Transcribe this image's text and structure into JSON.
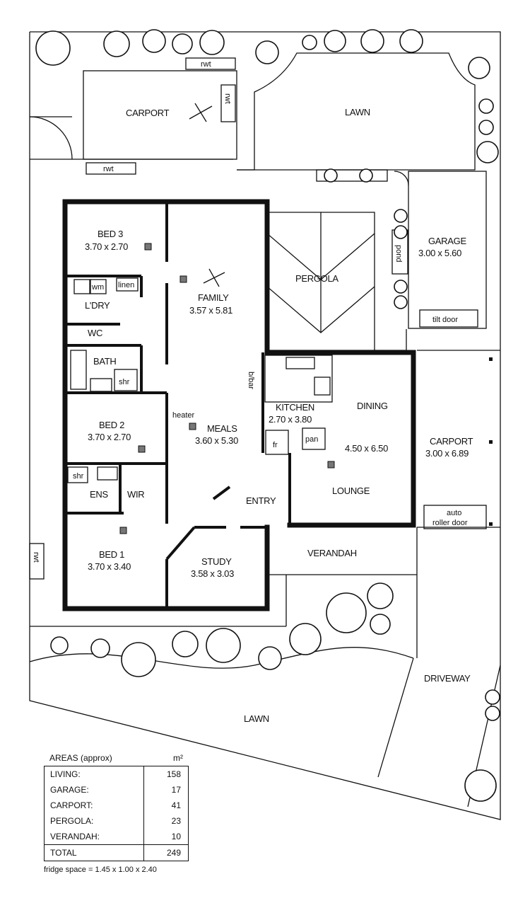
{
  "rooms": {
    "carport_top": "CARPORT",
    "lawn_top": "LAWN",
    "garage": {
      "name": "GARAGE",
      "size": "3.00 x 5.60",
      "door": "tilt door"
    },
    "pond": "pond",
    "pergola": "PERGOLA",
    "bed3": {
      "name": "BED 3",
      "size": "3.70 x 2.70"
    },
    "family": {
      "name": "FAMILY",
      "size": "3.57 x 5.81"
    },
    "laundry": "L'DRY",
    "wm": "wm",
    "linen": "linen",
    "wc": "WC",
    "bath": "BATH",
    "shr_bath": "shr",
    "bbar": "b/bar",
    "kitchen": {
      "name": "KITCHEN",
      "size": "2.70 x 3.80"
    },
    "fr": "fr",
    "pan": "pan",
    "dining": "DINING",
    "lounge_size": "4.50 x 6.50",
    "lounge": "LOUNGE",
    "bed2": {
      "name": "BED 2",
      "size": "3.70 x 2.70"
    },
    "heater": "heater",
    "meals": {
      "name": "MEALS",
      "size": "3.60 x 5.30"
    },
    "shr_ens": "shr",
    "ens": "ENS",
    "wir": "WIR",
    "entry": "ENTRY",
    "bed1": {
      "name": "BED 1",
      "size": "3.70 x 3.40"
    },
    "study": {
      "name": "STUDY",
      "size": "3.58 x 3.03"
    },
    "verandah": "VERANDAH",
    "carport_side": {
      "name": "CARPORT",
      "size": "3.00 x 6.89",
      "door_line1": "auto",
      "door_line2": "roller door"
    },
    "driveway": "DRIVEWAY",
    "lawn_bottom": "LAWN"
  },
  "rwt": [
    "rwt",
    "rwt",
    "rwt",
    "rwt"
  ],
  "areas": {
    "title": "AREAS (approx)",
    "unit": "m²",
    "rows": [
      {
        "label": "LIVING:",
        "value": "158"
      },
      {
        "label": "GARAGE:",
        "value": "17"
      },
      {
        "label": "CARPORT:",
        "value": "41"
      },
      {
        "label": "PERGOLA:",
        "value": "23"
      },
      {
        "label": "VERANDAH:",
        "value": "10"
      }
    ],
    "total_label": "TOTAL",
    "total_value": "249",
    "note": "fridge space = 1.45 x 1.00 x 2.40"
  }
}
